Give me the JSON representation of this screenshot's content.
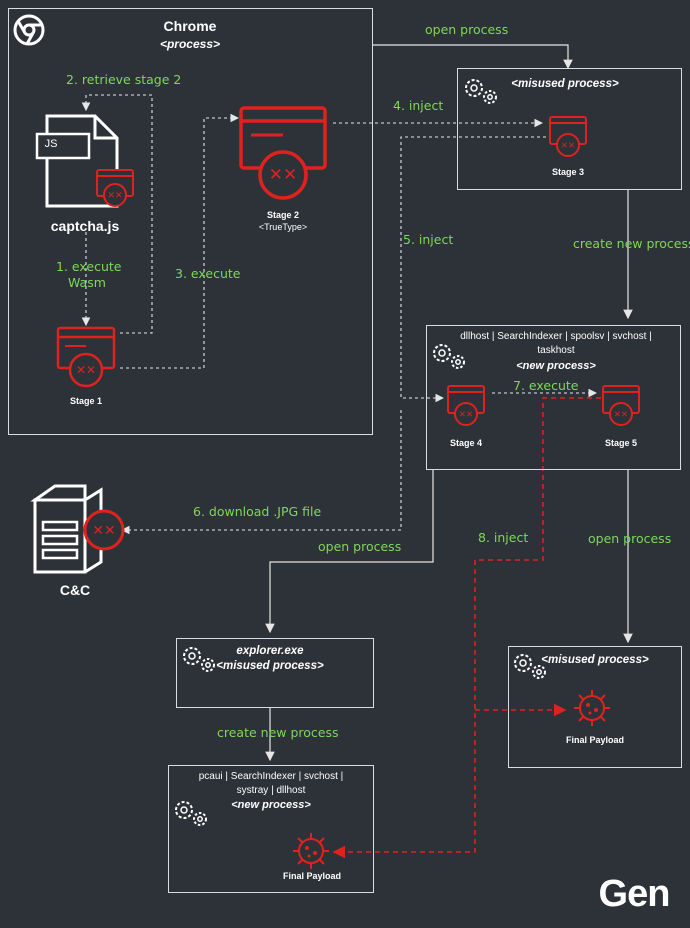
{
  "chrome": {
    "title": "Chrome",
    "subtitle": "<process>"
  },
  "captcha": {
    "file_ext": "JS",
    "name": "captcha.js"
  },
  "stage1": {
    "label": "Stage 1"
  },
  "stage2": {
    "label": "Stage 2",
    "sub": "<TrueType>"
  },
  "stage3": {
    "label": "Stage 3"
  },
  "stage4": {
    "label": "Stage 4"
  },
  "stage5": {
    "label": "Stage 5"
  },
  "misused_top": {
    "title": "<misused process>"
  },
  "new_process_mid": {
    "line1": "dllhost | SearchIndexer | spoolsv | svchost |",
    "line2": "taskhost",
    "subtitle": "<new process>"
  },
  "misused_right": {
    "title": "<misused process>",
    "payload": "Final Payload"
  },
  "explorer": {
    "title": "explorer.exe",
    "subtitle": "<misused process>"
  },
  "new_process_bottom": {
    "line1": "pcaui | SearchIndexer | svchost |",
    "line2": "systray | dllhost",
    "subtitle": "<new process>",
    "payload": "Final Payload"
  },
  "cnc": {
    "label": "C&C"
  },
  "edges": {
    "open_process_1": "open process",
    "retrieve_stage2": "2. retrieve stage 2",
    "inject_4": "4. inject",
    "execute_1": "1. execute",
    "execute_1b": "Wasm",
    "execute_3": "3. execute",
    "inject_5": "5. inject",
    "create_new_process_1": "create new process",
    "execute_7": "7. execute",
    "download_6": "6. download .JPG file",
    "open_process_2": "open process",
    "inject_8": "8. inject",
    "open_process_3": "open process",
    "create_new_process_2": "create new process"
  },
  "brand": {
    "logo": "Gen"
  },
  "colors": {
    "background": "#2d3138",
    "accent_green": "#7ed957",
    "malware_red": "#e0221f",
    "border": "#d9dde3"
  }
}
